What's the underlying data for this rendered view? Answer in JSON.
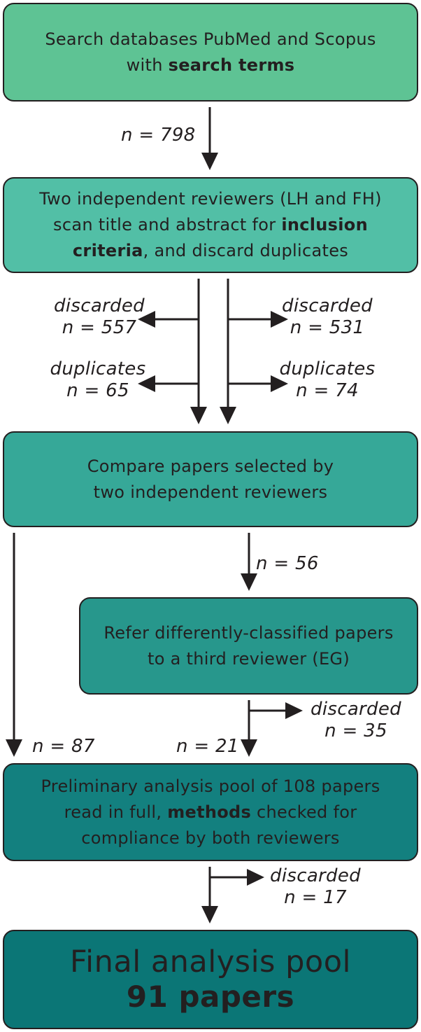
{
  "boxes": {
    "search": {
      "line1": "Search databases  PubMed and Scopus",
      "line2_prefix": "with ",
      "line2_bold": "search terms"
    },
    "screen": {
      "line1": "Two independent reviewers (LH and FH)",
      "line2_prefix": "scan title and abstract for ",
      "line2_bold": "inclusion",
      "line3_bold": "criteria",
      "line3_suffix": ", and discard duplicates"
    },
    "compare": {
      "line1": "Compare papers selected by",
      "line2": "two independent reviewers"
    },
    "refer": {
      "line1": "Refer differently-classified papers",
      "line2": "to a third reviewer (EG)"
    },
    "preliminary": {
      "line1": "Preliminary analysis pool of 108 papers",
      "line2_prefix": "read in full, ",
      "line2_bold": "methods",
      "line2_suffix": " checked for",
      "line3": "compliance by both reviewers"
    },
    "final": {
      "line1": "Final analysis pool",
      "line2": "91 papers"
    }
  },
  "labels": {
    "n_search": "n = 798",
    "left_discarded_word": "discarded",
    "left_discarded_n": "n = 557",
    "right_discarded_word": "discarded",
    "right_discarded_n": "n = 531",
    "left_duplicates_word": "duplicates",
    "left_duplicates_n": "n = 65",
    "right_duplicates_word": "duplicates",
    "right_duplicates_n": "n = 74",
    "n_refer": "n = 56",
    "third_discarded_word": "discarded",
    "third_discarded_n": "n = 35",
    "n_direct": "n = 87",
    "n_agreed": "n = 21",
    "prelim_discarded_word": "discarded",
    "prelim_discarded_n": "n = 17"
  },
  "colors": {
    "search_box": "#5ec394",
    "screen_box": "#52bfa6",
    "compare_box": "#36a898",
    "refer_box": "#27978c",
    "preliminary_box": "#13807f",
    "final_box": "#0b7676",
    "stroke": "#231f20"
  }
}
